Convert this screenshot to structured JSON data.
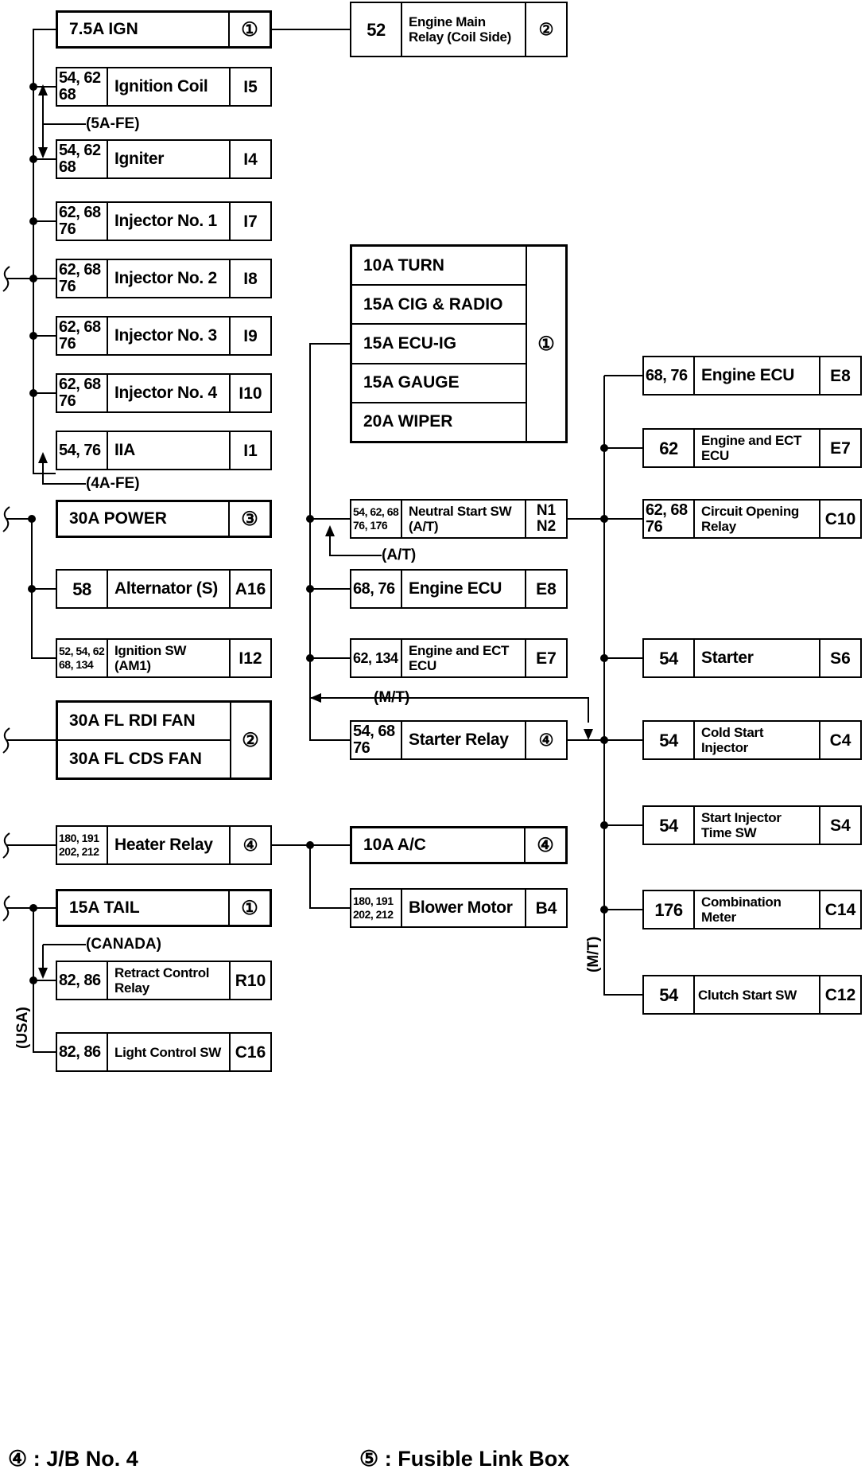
{
  "fuse_blocks": {
    "ign": {
      "fuse": "7.5A IGN",
      "box": "①"
    },
    "power": {
      "fuse": "30A POWER",
      "box": "③"
    },
    "fan": {
      "fuses": [
        "30A FL RDI FAN",
        "30A FL CDS FAN"
      ],
      "box": "②"
    },
    "tail": {
      "fuse": "15A TAIL",
      "box": "①"
    },
    "main_stack": {
      "fuses": [
        "10A TURN",
        "15A CIG & RADIO",
        "15A ECU-IG",
        "15A GAUGE",
        "20A WIPER"
      ],
      "box": "①"
    },
    "ac": {
      "fuse": "10A A/C",
      "box": "④"
    }
  },
  "components": {
    "engine_main_relay": {
      "pages": "52",
      "name": "Engine Main Relay (Coil Side)",
      "code": "②"
    },
    "ignition_coil": {
      "pages": "54, 62\n68",
      "name": "Ignition Coil",
      "code": "I5"
    },
    "igniter": {
      "pages": "54, 62\n68",
      "name": "Igniter",
      "code": "I4"
    },
    "injector1": {
      "pages": "62, 68\n76",
      "name": "Injector No. 1",
      "code": "I7"
    },
    "injector2": {
      "pages": "62, 68\n76",
      "name": "Injector No. 2",
      "code": "I8"
    },
    "injector3": {
      "pages": "62, 68\n76",
      "name": "Injector No. 3",
      "code": "I9"
    },
    "injector4": {
      "pages": "62, 68\n76",
      "name": "Injector No. 4",
      "code": "I10"
    },
    "iia": {
      "pages": "54, 76",
      "name": "IIA",
      "code": "I1"
    },
    "alternator": {
      "pages": "58",
      "name": "Alternator (S)",
      "code": "A16"
    },
    "ignition_sw": {
      "pages": "52, 54, 62\n68, 134",
      "name": "Ignition SW (AM1)",
      "code": "I12"
    },
    "heater_relay": {
      "pages": "180, 191\n202, 212",
      "name": "Heater Relay",
      "code": "④"
    },
    "retract_relay": {
      "pages": "82, 86",
      "name": "Retract Control Relay",
      "code": "R10"
    },
    "light_sw": {
      "pages": "82, 86",
      "name": "Light Control SW",
      "code": "C16"
    },
    "neutral_start_sw": {
      "pages": "54, 62, 68\n76, 176",
      "name": "Neutral Start SW (A/T)",
      "code": "N1\nN2"
    },
    "engine_ecu_mid": {
      "pages": "68, 76",
      "name": "Engine ECU",
      "code": "E8"
    },
    "engine_ect_ecu_mid": {
      "pages": "62, 134",
      "name": "Engine and ECT ECU",
      "code": "E7"
    },
    "starter_relay": {
      "pages": "54, 68\n76",
      "name": "Starter Relay",
      "code": "④"
    },
    "blower_motor": {
      "pages": "180, 191\n202, 212",
      "name": "Blower Motor",
      "code": "B4"
    },
    "engine_ecu_right": {
      "pages": "68, 76",
      "name": "Engine ECU",
      "code": "E8"
    },
    "engine_ect_ecu_right": {
      "pages": "62",
      "name": "Engine and ECT ECU",
      "code": "E7"
    },
    "circuit_opening_relay": {
      "pages": "62, 68\n76",
      "name": "Circuit Opening Relay",
      "code": "C10"
    },
    "starter": {
      "pages": "54",
      "name": "Starter",
      "code": "S6"
    },
    "cold_start_injector": {
      "pages": "54",
      "name": "Cold Start Injector",
      "code": "C4"
    },
    "start_injector_time_sw": {
      "pages": "54",
      "name": "Start Injector Time SW",
      "code": "S4"
    },
    "combination_meter": {
      "pages": "176",
      "name": "Combination Meter",
      "code": "C14"
    },
    "clutch_start_sw": {
      "pages": "54",
      "name": "Clutch Start SW",
      "code": "C12"
    }
  },
  "notes": {
    "a5fe": "(5A-FE)",
    "a4fe": "(4A-FE)",
    "at": "(A/T)",
    "mt": "(M/T)",
    "mt_vertical": "(M/T)",
    "canada": "(CANADA)",
    "usa": "(USA)"
  },
  "legend": {
    "jb4": "④ : J/B No. 4",
    "fusible": "⑤ : Fusible Link Box"
  }
}
